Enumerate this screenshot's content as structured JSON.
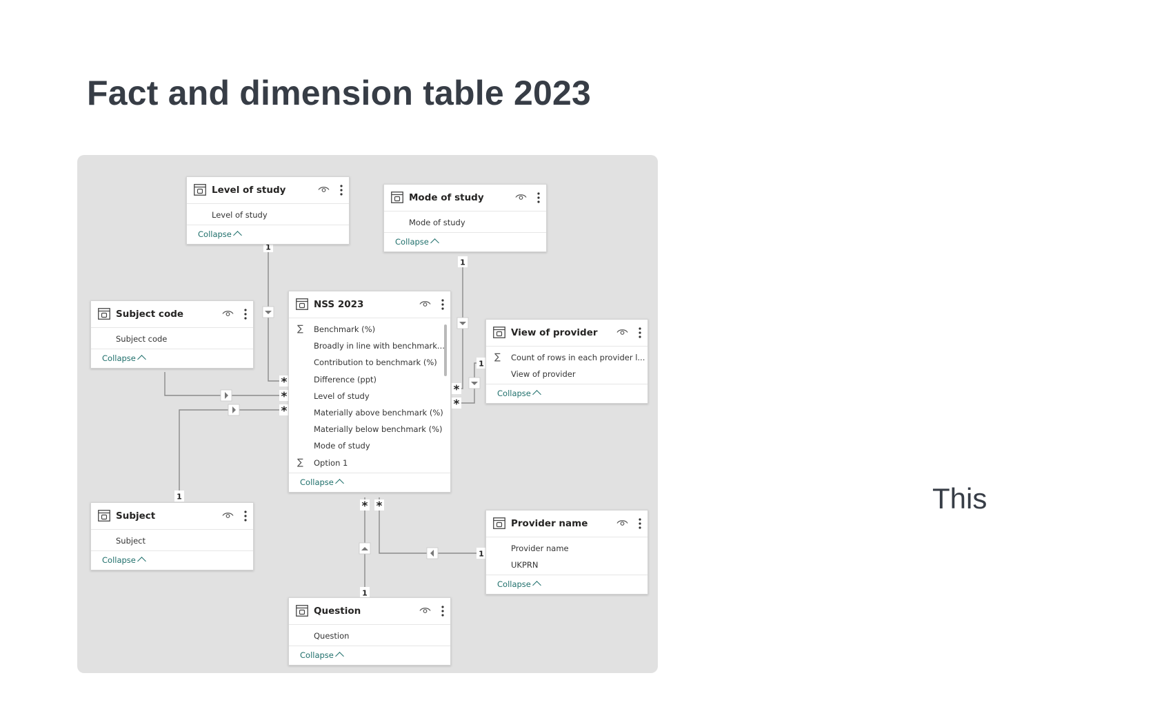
{
  "page": {
    "title": "Fact and dimension table 2023",
    "side_text": "This"
  },
  "diagram": {
    "collapse_label": "Collapse",
    "tables": [
      {
        "id": "level-of-study",
        "title": "Level of study",
        "fields": [
          {
            "name": "Level of study",
            "measure": false
          }
        ]
      },
      {
        "id": "mode-of-study",
        "title": "Mode of study",
        "fields": [
          {
            "name": "Mode of study",
            "measure": false
          }
        ]
      },
      {
        "id": "subject-code",
        "title": "Subject code",
        "fields": [
          {
            "name": "Subject code",
            "measure": false
          }
        ]
      },
      {
        "id": "nss-2023",
        "title": "NSS 2023",
        "fields": [
          {
            "name": "Benchmark (%)",
            "measure": true
          },
          {
            "name": "Broadly in line with benchmark...",
            "measure": false
          },
          {
            "name": "Contribution to benchmark (%)",
            "measure": false
          },
          {
            "name": "Difference (ppt)",
            "measure": false
          },
          {
            "name": "Level of study",
            "measure": false
          },
          {
            "name": "Materially above benchmark (%)",
            "measure": false
          },
          {
            "name": "Materially below benchmark (%)",
            "measure": false
          },
          {
            "name": "Mode of study",
            "measure": false
          },
          {
            "name": "Option 1",
            "measure": true
          }
        ]
      },
      {
        "id": "view-of-provider",
        "title": "View of provider",
        "fields": [
          {
            "name": "Count of rows in each provider l...",
            "measure": true
          },
          {
            "name": "View of provider",
            "measure": false
          }
        ]
      },
      {
        "id": "subject",
        "title": "Subject",
        "fields": [
          {
            "name": "Subject",
            "measure": false
          }
        ]
      },
      {
        "id": "provider-name",
        "title": "Provider name",
        "fields": [
          {
            "name": "Provider name",
            "measure": false
          },
          {
            "name": "UKPRN",
            "measure": false
          }
        ]
      },
      {
        "id": "question",
        "title": "Question",
        "fields": [
          {
            "name": "Question",
            "measure": false
          }
        ]
      }
    ],
    "cardinality": {
      "one": "1",
      "many": "*"
    }
  }
}
